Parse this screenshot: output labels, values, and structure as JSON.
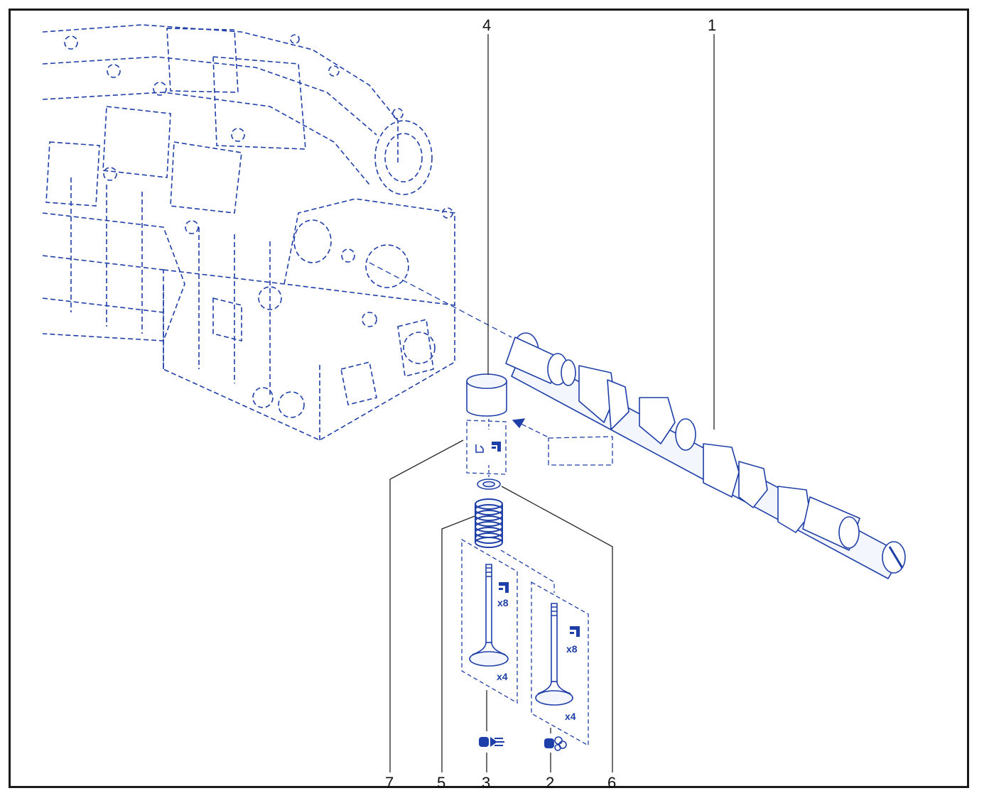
{
  "colors": {
    "part_line": "#1f3fa8",
    "part_fill": "#ffffff",
    "part_shade": "#e6ecfb",
    "leader": "#222222",
    "frame": "#1a1a1a",
    "symbol": "#1f3fa8"
  },
  "callouts": {
    "camshaft": "1",
    "exhaust_valve": "2",
    "intake_valve": "3",
    "tappet": "4",
    "valve_spring": "5",
    "spring_seat": "6",
    "stem_seal_group": "7"
  },
  "quantities": {
    "intake_keepers": "x8",
    "intake_valves": "x4",
    "exhaust_keepers": "x8",
    "exhaust_valves": "x4"
  },
  "icons": {
    "keeper_symbol": "valve-keeper-icon",
    "seal_symbol": "stem-seal-icon",
    "intake_symbol": "intake-valve-symbol-icon",
    "exhaust_symbol": "exhaust-valve-symbol-icon"
  }
}
